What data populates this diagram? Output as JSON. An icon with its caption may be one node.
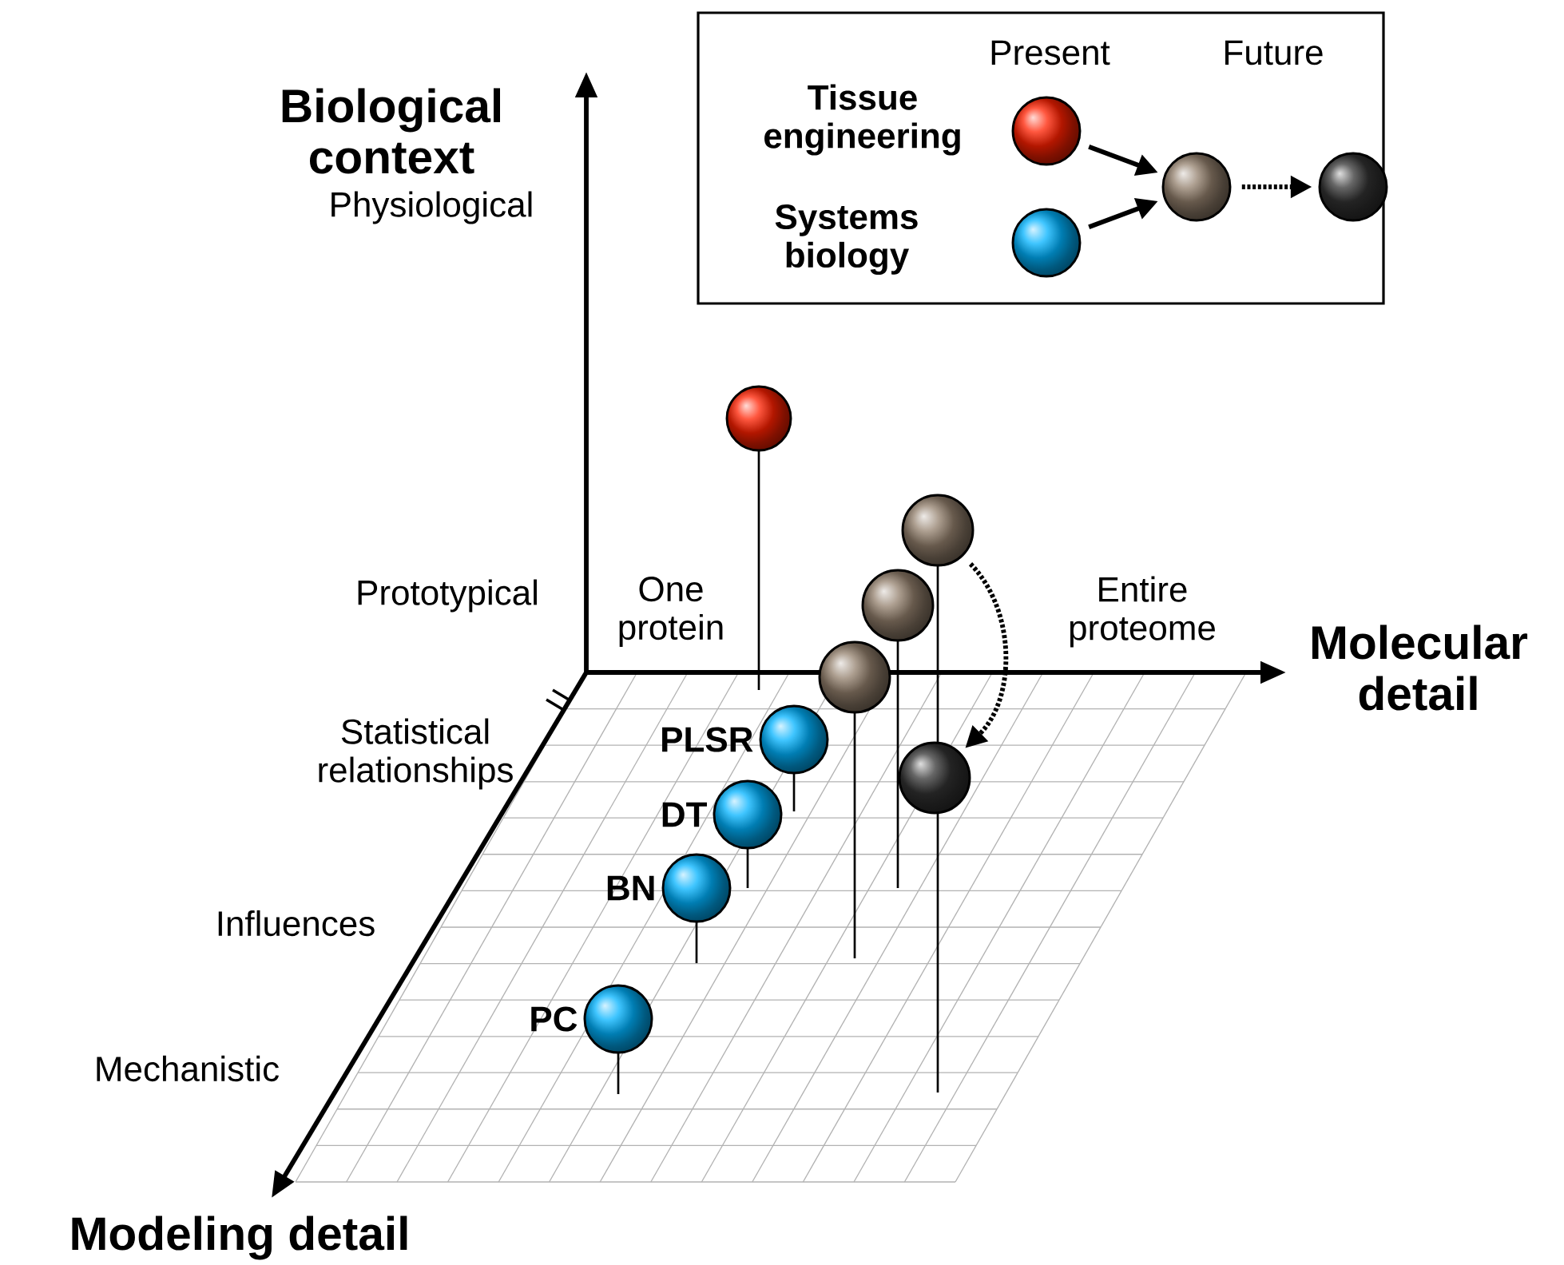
{
  "diagram": {
    "nodes": [
      {
        "text": [],
        "shape": "box"
      },
      {
        "text": [],
        "shape": "circle",
        "in": 0,
        "beside": [
          "Tissue engineering"
        ]
      },
      {
        "text": [],
        "shape": "circle",
        "in": 0,
        "beside": [
          "Systems biology"
        ]
      },
      {
        "text": [],
        "shape": "circle",
        "in": 0
      },
      {
        "text": [],
        "shape": "circle",
        "in": 0
      },
      {
        "text": [],
        "shape": "circle"
      },
      {
        "text": [],
        "shape": "circle"
      },
      {
        "text": [],
        "shape": "circle"
      },
      {
        "text": [],
        "shape": "circle"
      },
      {
        "text": [],
        "shape": "circle"
      },
      {
        "text": [],
        "shape": "circle",
        "beside": [
          "PLSR"
        ]
      },
      {
        "text": [],
        "shape": "circle",
        "beside": [
          "DT"
        ]
      },
      {
        "text": [],
        "shape": "circle",
        "beside": [
          "BN"
        ]
      },
      {
        "text": [],
        "shape": "circle",
        "beside": [
          "PC"
        ]
      }
    ],
    "edges": [
      {
        "from": 1,
        "to": 3,
        "arrow": "to"
      },
      {
        "from": 2,
        "to": 3,
        "arrow": "to"
      },
      {
        "from": 3,
        "to": 4,
        "arrow": "to",
        "style": "dashed"
      },
      {
        "from": 6,
        "to": 9,
        "arrow": "to",
        "style": "dashed"
      }
    ],
    "labels": [
      "Present",
      "Future",
      "Biological context",
      "Physiological",
      "Prototypical",
      "One protein",
      "Entire proteome",
      "Molecular detail",
      "Statistical relationships",
      "Influences",
      "Mechanistic",
      "Modeling detail"
    ]
  }
}
